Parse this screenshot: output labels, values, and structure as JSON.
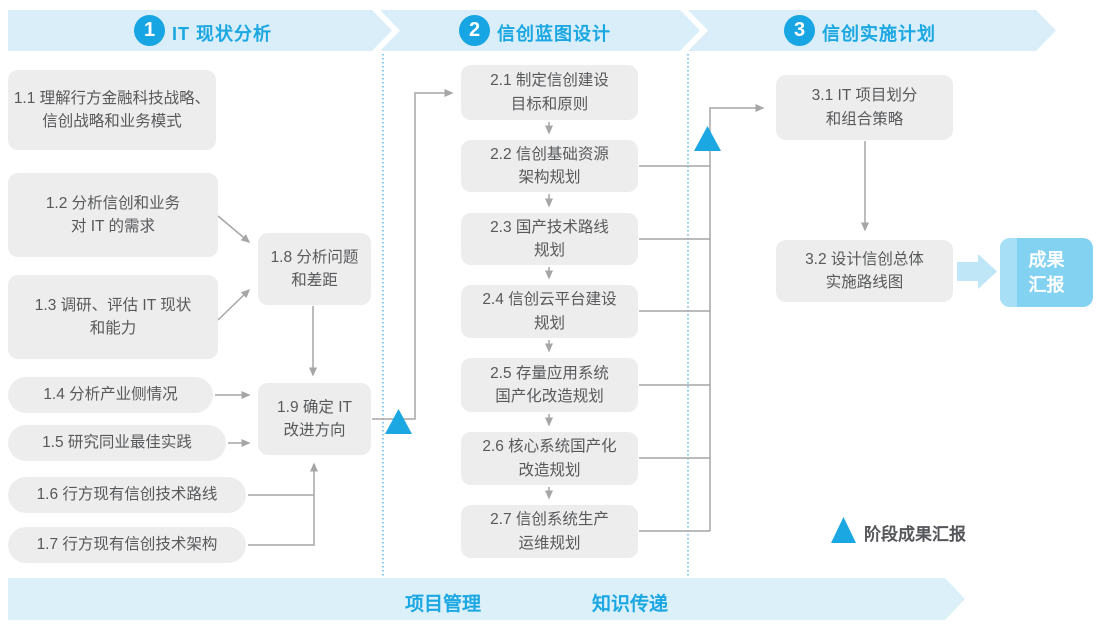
{
  "phases": [
    {
      "number": "1",
      "title": "IT 现状分析"
    },
    {
      "number": "2",
      "title": "信创蓝图设计"
    },
    {
      "number": "3",
      "title": "信创实施计划"
    }
  ],
  "boxes": {
    "b1_1": {
      "line1": "1.1 理解行方金融科技战略、",
      "line2": "信创战略和业务模式"
    },
    "b1_2": {
      "line1": "1.2 分析信创和业务",
      "line2": "对 IT 的需求"
    },
    "b1_3": {
      "line1": "1.3 调研、评估 IT 现状",
      "line2": "和能力"
    },
    "b1_4": {
      "line1": "1.4 分析产业侧情况"
    },
    "b1_5": {
      "line1": "1.5 研究同业最佳实践"
    },
    "b1_6": {
      "line1": "1.6 行方现有信创技术路线"
    },
    "b1_7": {
      "line1": "1.7 行方现有信创技术架构"
    },
    "b1_8": {
      "line1": "1.8 分析问题",
      "line2": "和差距"
    },
    "b1_9": {
      "line1": "1.9 确定 IT",
      "line2": "改进方向"
    },
    "b2_1": {
      "line1": "2.1 制定信创建设",
      "line2": "目标和原则"
    },
    "b2_2": {
      "line1": "2.2 信创基础资源",
      "line2": "架构规划"
    },
    "b2_3": {
      "line1": "2.3 国产技术路线",
      "line2": "规划"
    },
    "b2_4": {
      "line1": "2.4 信创云平台建设",
      "line2": "规划"
    },
    "b2_5": {
      "line1": "2.5 存量应用系统",
      "line2": "国产化改造规划"
    },
    "b2_6": {
      "line1": "2.6 核心系统国产化",
      "line2": "改造规划"
    },
    "b2_7": {
      "line1": "2.7 信创系统生产",
      "line2": "运维规划"
    },
    "b3_1": {
      "line1": "3.1 IT 项目划分",
      "line2": "和组合策略"
    },
    "b3_2": {
      "line1": "3.2 设计信创总体",
      "line2": "实施路线图"
    }
  },
  "result_box": {
    "line1": "成果",
    "line2": "汇报"
  },
  "legend": {
    "label": "阶段成果汇报"
  },
  "footer": {
    "item1": "项目管理",
    "item2": "知识传递"
  },
  "colors": {
    "accent": "#1BA7E2",
    "band": "#D9EEF9",
    "box_gray": "#EDEDED",
    "box_text": "#58595B",
    "line_gray": "#A6A6A6",
    "result_blue": "#84D2F1",
    "arrow_light": "#BFE6F7"
  }
}
